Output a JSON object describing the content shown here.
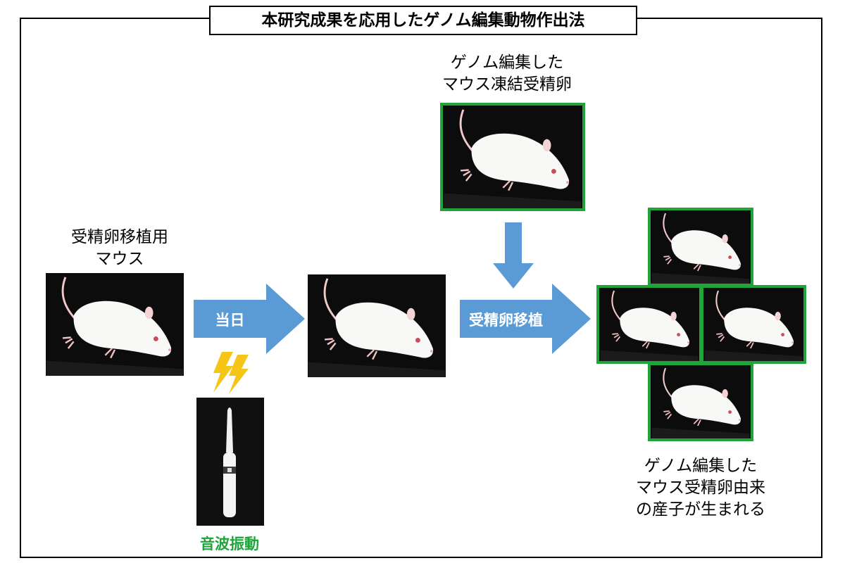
{
  "title": "本研究成果を応用したゲノム編集動物作出法",
  "labels": {
    "recipient_mouse": "受精卵移植用\nマウス",
    "frozen_embryo": "ゲノム編集した\nマウス凍結受精卵",
    "offspring": "ゲノム編集した\nマウス受精卵由来\nの産子が生まれる",
    "sonic_vibration": "音波振動"
  },
  "arrows": {
    "same_day": "当日",
    "embryo_transfer": "受精卵移植"
  },
  "icons": {
    "mouse_photo": "white-mouse-photo-icon",
    "lightning": "lightning-icon",
    "device": "sonic-toothbrush-icon"
  },
  "colors": {
    "arrow_blue": "#5b9bd5",
    "green_border": "#1fa43a",
    "lightning_yellow": "#f5c518",
    "photo_background": "#0c0c0c"
  }
}
